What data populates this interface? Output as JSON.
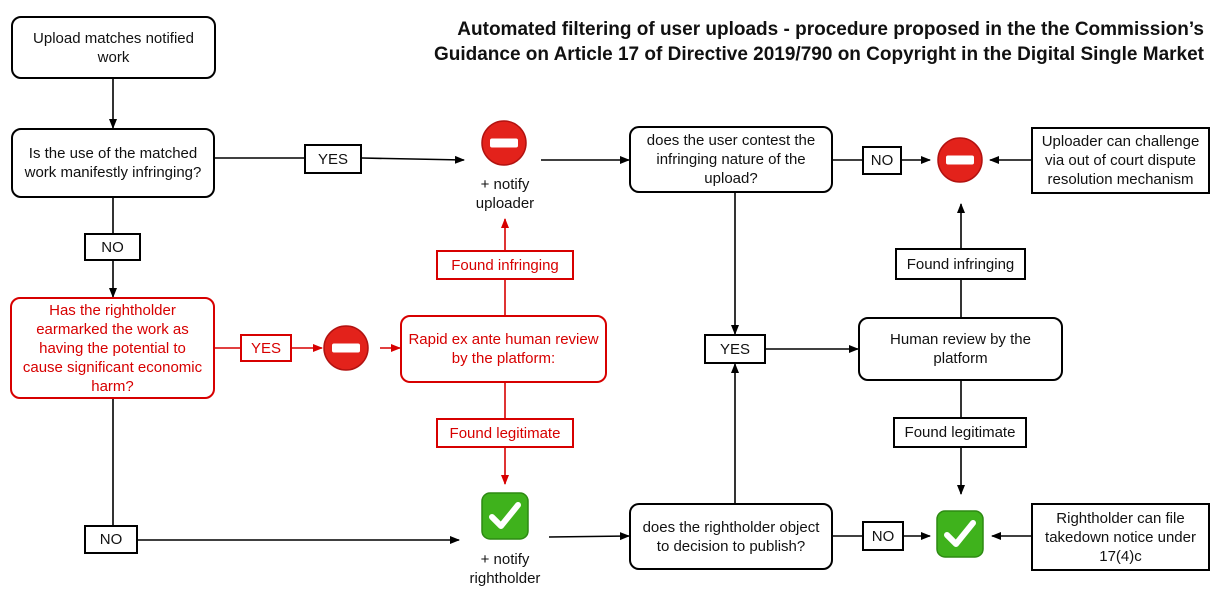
{
  "title": {
    "line1": "Automated filtering of user uploads - procedure proposed in the the Commission’s",
    "line2": "Guidance on Article 17 of Directive 2019/790 on Copyright in the Digital Single Market"
  },
  "nodes": {
    "upload_matches": "Upload matches notified work",
    "manifestly_infringing": "Is the use of the matched work manifestly infringing?",
    "rightholder_earmarked": "Has the rightholder earmarked the work as having the potential to cause significant economic harm?",
    "rapid_review": "Rapid ex ante human review by the platform:",
    "user_contest": "does the user contest the infringing nature of the upload?",
    "rightholder_object": "does the rightholder object to decision to publish?",
    "human_review": "Human review by the platform",
    "uploader_challenge": "Uploader can challenge via out of court dispute resolution mechanism",
    "rightholder_takedown": "Rightholder can file takedown notice under 17(4)c"
  },
  "labels": {
    "yes_manifest": "YES",
    "no_manifest": "NO",
    "yes_earmarked": "YES",
    "no_earmarked": "NO",
    "found_infringing_red": "Found infringing",
    "found_legitimate_red": "Found legitimate",
    "no_contest": "NO",
    "yes_center": "YES",
    "no_object": "NO",
    "found_infringing": "Found infringing",
    "found_legitimate": "Found legitimate"
  },
  "captions": {
    "notify_uploader_plus": "+ notify",
    "notify_uploader_target": "uploader",
    "notify_rightholder_plus": "+ notify",
    "notify_rightholder_target": "rightholder"
  },
  "colors": {
    "highlight": "#d70000",
    "block_icon": "#e3221b",
    "check_icon": "#3fb21c"
  },
  "icons": {
    "block": "no-entry",
    "check": "check-mark-button"
  }
}
